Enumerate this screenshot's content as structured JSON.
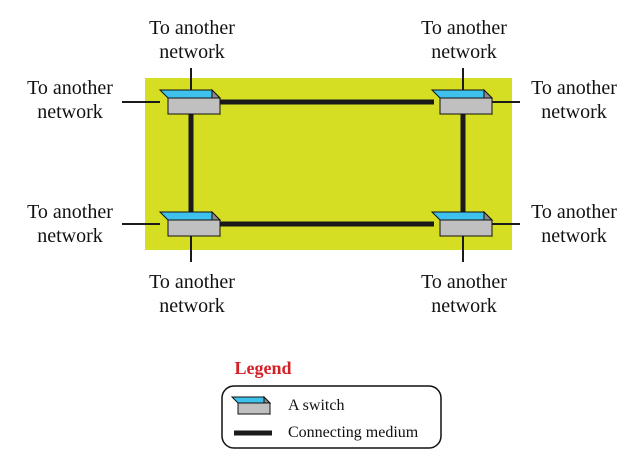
{
  "network": {
    "area_color": "#d6de23",
    "switch_color": "#3ec1ec",
    "switch_body_color": "#c0c0c0",
    "medium_color": "#1a1a1a",
    "labels": {
      "top_left": {
        "line1": "To another",
        "line2": "network"
      },
      "top_right": {
        "line1": "To another",
        "line2": "network"
      },
      "left_upper": {
        "line1": "To another",
        "line2": "network"
      },
      "right_upper": {
        "line1": "To another",
        "line2": "network"
      },
      "left_lower": {
        "line1": "To another",
        "line2": "network"
      },
      "right_lower": {
        "line1": "To another",
        "line2": "network"
      },
      "bottom_left": {
        "line1": "To another",
        "line2": "network"
      },
      "bottom_right": {
        "line1": "To another",
        "line2": "network"
      }
    }
  },
  "legend": {
    "title": "Legend",
    "title_color": "#d51f26",
    "switch_label": "A switch",
    "medium_label": "Connecting medium"
  }
}
